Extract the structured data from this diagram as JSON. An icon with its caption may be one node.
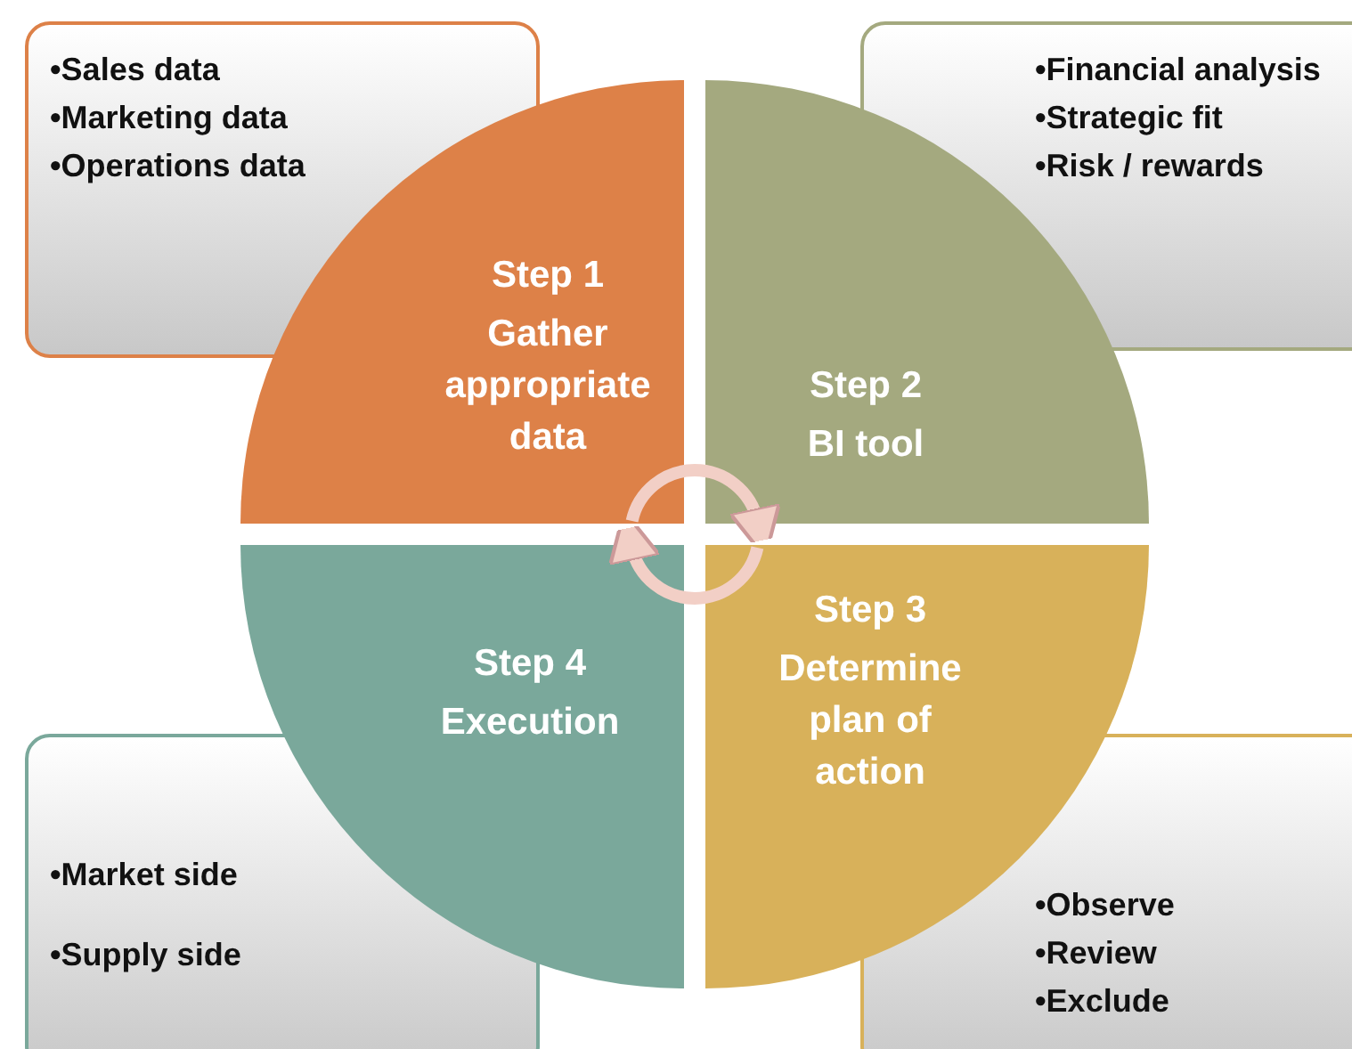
{
  "diagram": {
    "nodes": [
      {
        "text": [
          "•Sales data",
          "•Marketing data",
          "•Operations data"
        ]
      },
      {
        "text": [
          "•Financial analysis",
          "•Strategic fit",
          "•Risk / rewards"
        ]
      },
      {
        "text": [
          "Step 1",
          "Gather appropriate data"
        ]
      },
      {
        "text": [
          "Step 2",
          "BI tool"
        ]
      },
      {
        "text": [
          "Step 3",
          "Determine plan of action"
        ]
      },
      {
        "text": [
          "Step 4",
          "Execution"
        ]
      },
      {
        "text": [
          "•Market side",
          "•Supply side"
        ]
      },
      {
        "text": [
          "•Observe",
          "•Review",
          "•Exclude"
        ]
      }
    ],
    "edges": [
      {
        "from": 2,
        "to": 3,
        "arrow": "to"
      },
      {
        "from": 4,
        "to": 5,
        "arrow": "to"
      }
    ]
  }
}
